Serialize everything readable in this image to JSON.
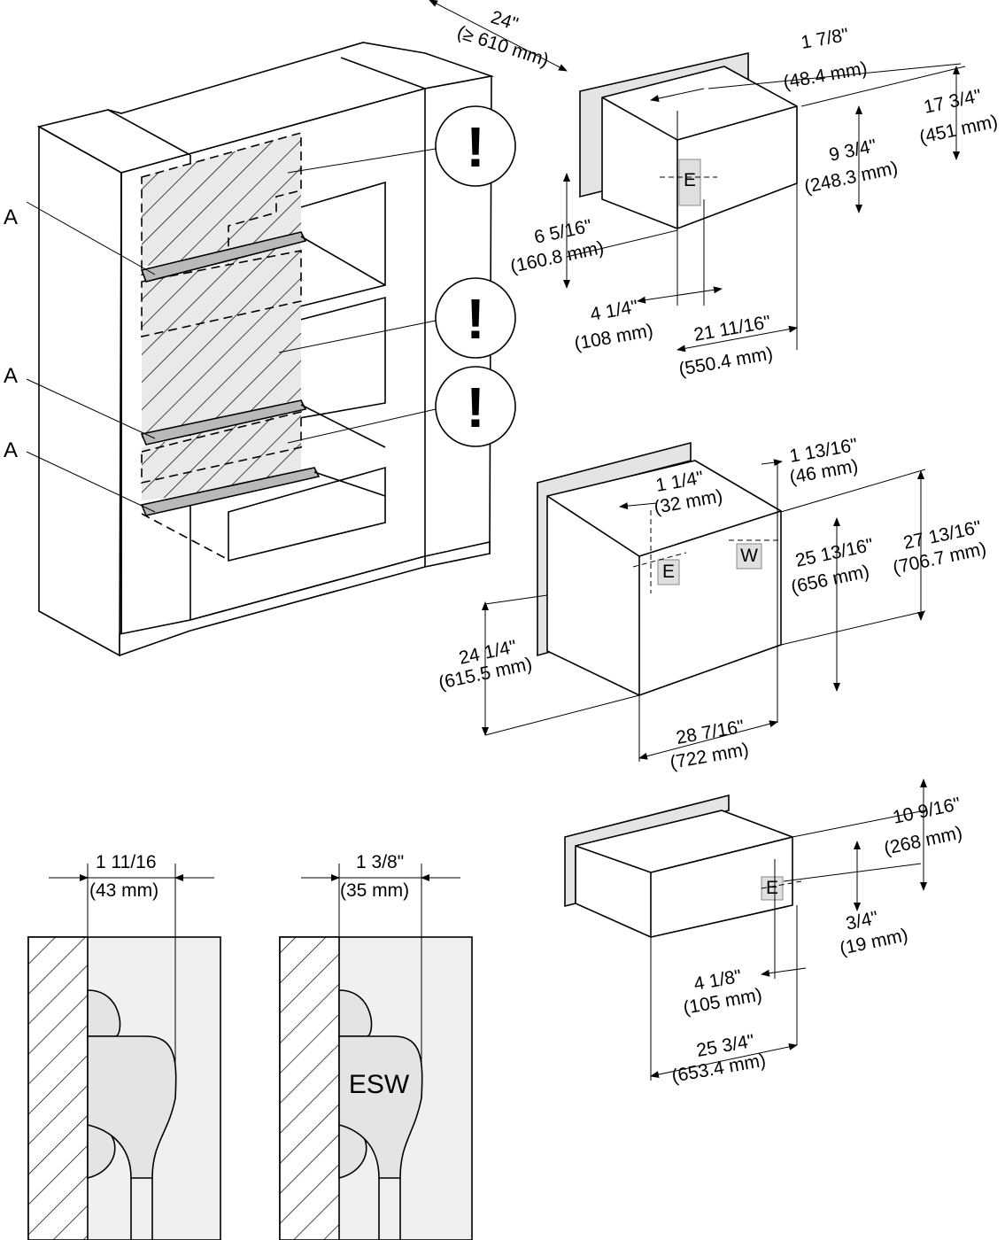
{
  "labels": {
    "a_top": "A",
    "a_mid": "A",
    "a_bot": "A",
    "excl_1": "!",
    "excl_2": "!",
    "excl_3": "!",
    "esw": "ESW",
    "e1": "E",
    "e2": "E",
    "w1": "W",
    "e3": "E"
  },
  "dims": {
    "cab_depth_in": "24\"",
    "cab_depth_mm": "(≥ 610 mm)",
    "top_d1_in": "1 7/8\"",
    "top_d1_mm": "(48.4 mm)",
    "top_h_in": "17 3/4\"",
    "top_h_mm": "(451 mm)",
    "top_e_h_in": "9 3/4\"",
    "top_e_h_mm": "(248.3 mm)",
    "top_e_low_in": "6 5/16\"",
    "top_e_low_mm": "(160.8 mm)",
    "top_e_x_in": "4 1/4\"",
    "top_e_x_mm": "(108 mm)",
    "top_w_in": "21 11/16\"",
    "top_w_mm": "(550.4 mm)",
    "mid_d1_in": "1 13/16\"",
    "mid_d1_mm": "(46 mm)",
    "mid_e_x_in": "1 1/4\"",
    "mid_e_x_mm": "(32 mm)",
    "mid_h_in": "27 13/16\"",
    "mid_h_mm": "(706.7 mm)",
    "mid_hw_in": "25 13/16\"",
    "mid_hw_mm": "(656 mm)",
    "mid_w_in": "24 1/4\"",
    "mid_w_mm": "(615.5 mm)",
    "mid_d_in": "28 7/16\"",
    "mid_d_mm": "(722 mm)",
    "bot_h_in": "10 9/16\"",
    "bot_h_mm": "(268 mm)",
    "bot_e_h_in": "3/4\"",
    "bot_e_h_mm": "(19 mm)",
    "bot_e_x_in": "4 1/8\"",
    "bot_e_x_mm": "(105 mm)",
    "bot_d_in": "25 3/4\"",
    "bot_d_mm": "(653.4 mm)",
    "plug1_in": "1 11/16",
    "plug1_mm": "(43 mm)",
    "plug2_in": "1 3/8\"",
    "plug2_mm": "(35 mm)"
  }
}
